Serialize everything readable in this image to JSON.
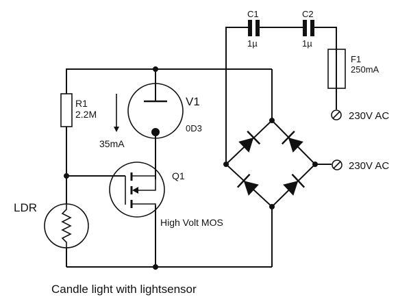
{
  "title": "Candle light with lightsensor",
  "components": {
    "r1": {
      "ref": "R1",
      "value": "2.2M"
    },
    "v1": {
      "ref": "V1",
      "value": "0D3"
    },
    "q1": {
      "ref": "Q1",
      "value": "High Volt MOS"
    },
    "ldr": {
      "ref": "LDR"
    },
    "c1": {
      "ref": "C1",
      "value": "1µ"
    },
    "c2": {
      "ref": "C2",
      "value": "1µ"
    },
    "f1": {
      "ref": "F1",
      "value": "250mA"
    },
    "current": {
      "value": "35mA"
    },
    "ac_top": {
      "label": "230V AC"
    },
    "ac_mid": {
      "label": "230V AC"
    }
  }
}
